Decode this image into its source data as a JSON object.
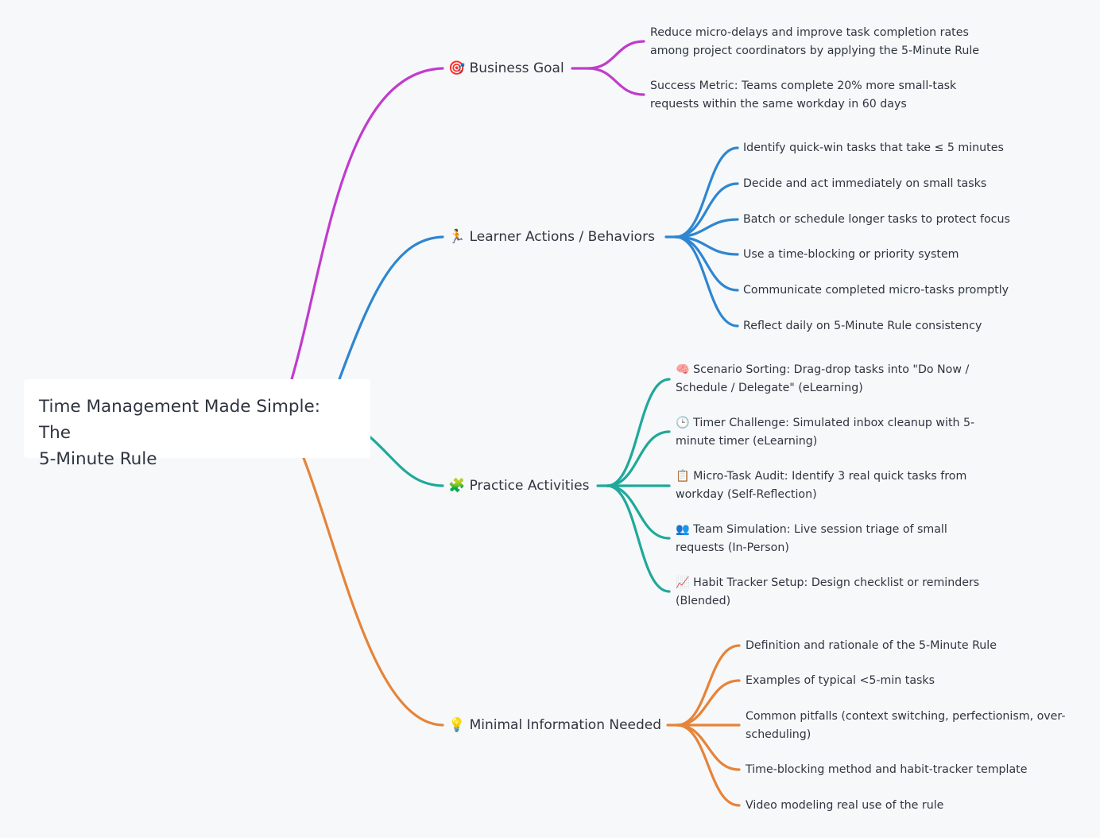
{
  "root": {
    "line1": "Time Management Made Simple: The",
    "line2": "5-Minute Rule"
  },
  "colors": {
    "business": "#c03ccc",
    "learner": "#2f86d0",
    "practice": "#1fa99a",
    "info": "#e5843a"
  },
  "branches": {
    "business": {
      "icon": "🎯",
      "label": "Business Goal",
      "leaves": [
        [
          "Reduce micro-delays and improve task completion rates",
          "among project coordinators by applying the 5-Minute Rule"
        ],
        [
          "Success Metric: Teams complete 20% more small-task",
          "requests within the same workday in 60 days"
        ]
      ]
    },
    "learner": {
      "icon": "🏃",
      "label": "Learner Actions / Behaviors",
      "leaves": [
        [
          "Identify quick-win tasks that take ≤ 5 minutes"
        ],
        [
          "Decide and act immediately on small tasks"
        ],
        [
          "Batch or schedule longer tasks to protect focus"
        ],
        [
          "Use a time-blocking or priority system"
        ],
        [
          "Communicate completed micro-tasks promptly"
        ],
        [
          "Reflect daily on 5-Minute Rule consistency"
        ]
      ]
    },
    "practice": {
      "icon": "🧩",
      "label": "Practice Activities",
      "leaves": [
        [
          "🧠 Scenario Sorting: Drag-drop tasks into \"Do Now /",
          "Schedule / Delegate\" (eLearning)"
        ],
        [
          "🕒 Timer Challenge: Simulated inbox cleanup with 5-",
          "minute timer (eLearning)"
        ],
        [
          "📋 Micro-Task Audit: Identify 3 real quick tasks from",
          "workday (Self-Reflection)"
        ],
        [
          "👥 Team Simulation: Live session triage of small",
          "requests (In-Person)"
        ],
        [
          "📈 Habit Tracker Setup: Design checklist or reminders",
          "(Blended)"
        ]
      ]
    },
    "info": {
      "icon": "💡",
      "label": "Minimal Information Needed",
      "leaves": [
        [
          "Definition and rationale of the 5-Minute Rule"
        ],
        [
          "Examples of typical <5-min tasks"
        ],
        [
          "Common pitfalls (context switching, perfectionism, over-",
          "scheduling)"
        ],
        [
          "Time-blocking method and habit-tracker template"
        ],
        [
          "Video modeling real use of the rule"
        ]
      ]
    }
  }
}
